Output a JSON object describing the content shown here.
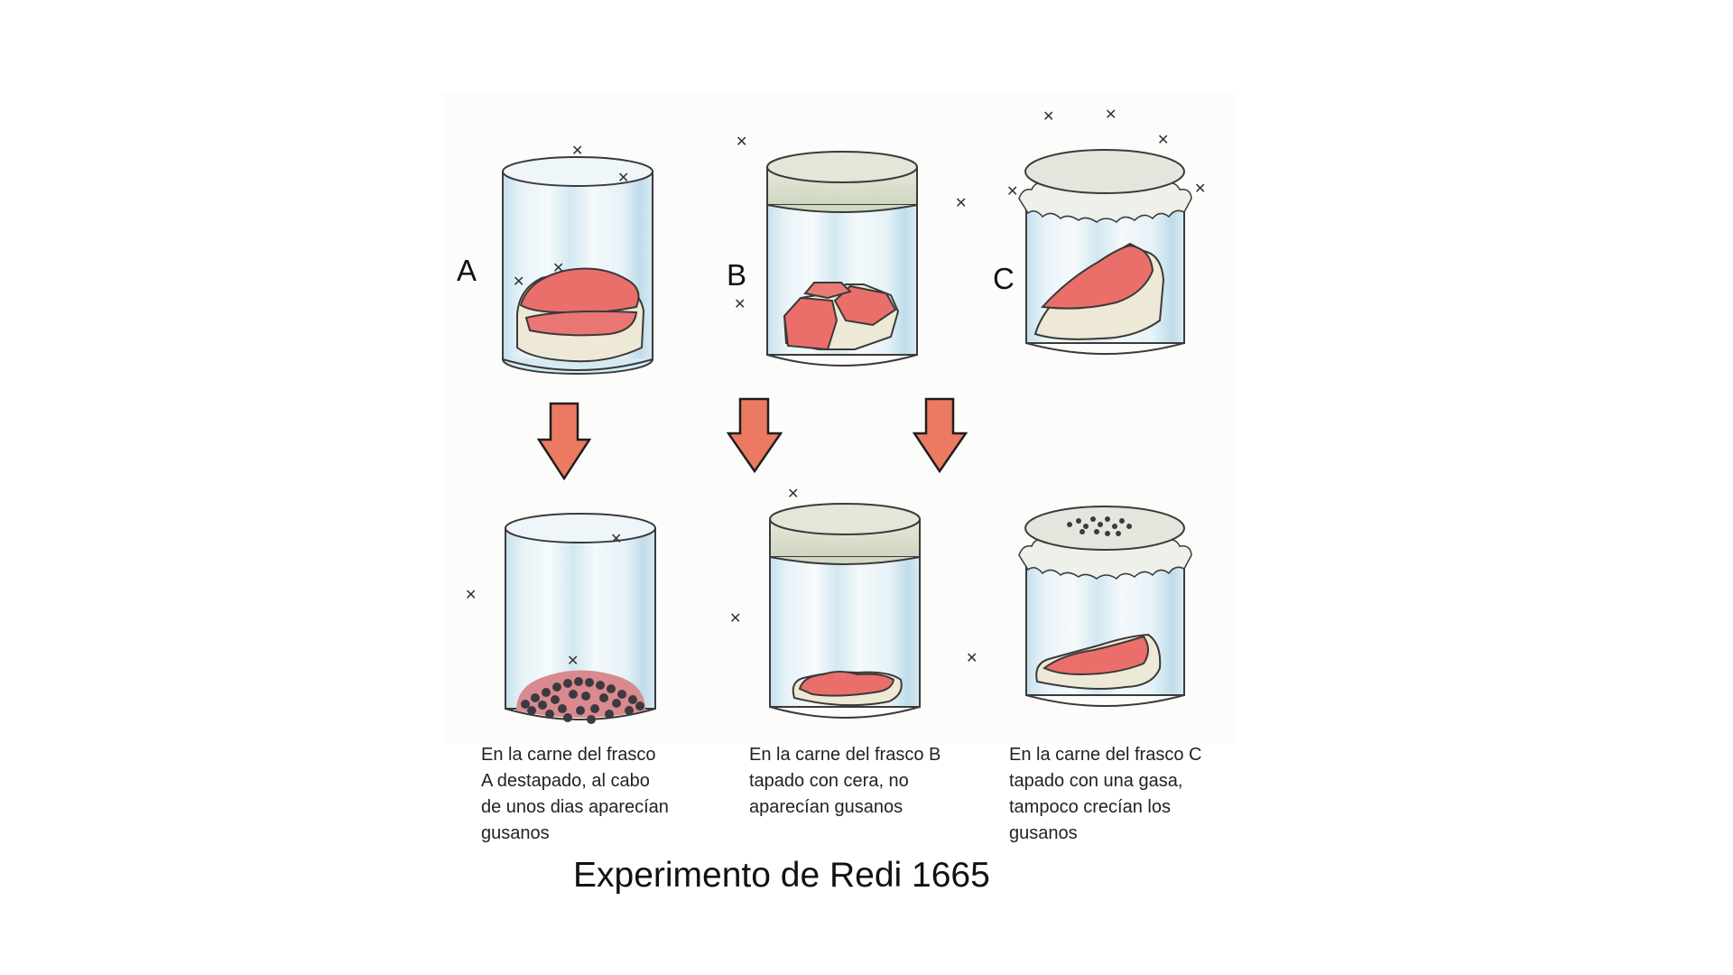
{
  "title": "Experimento de Redi 1665",
  "colors": {
    "arrow": "#ec7a62",
    "arrow_stroke": "#1e1e1e",
    "meat": "#ea6f6a",
    "fat": "#ede9d6",
    "glass": "#cfe6f0",
    "wax_lid": "#dfe3d3",
    "gauze": "#e3e6dc",
    "outline": "#3a3a3a"
  },
  "jars": [
    {
      "label": "A",
      "condition": "open",
      "caption": [
        "En la carne del frasco",
        "A destapado, al cabo",
        "de unos dias aparecían",
        "gusanos"
      ]
    },
    {
      "label": "B",
      "condition": "wax-sealed",
      "caption": [
        "En la carne del frasco B",
        "tapado con cera, no",
        "aparecían gusanos"
      ]
    },
    {
      "label": "C",
      "condition": "gauze-covered",
      "caption": [
        "En la carne del frasco C",
        "tapado con una gasa,",
        "tampoco crecían los",
        "gusanos"
      ]
    }
  ],
  "icons": {
    "fly": "fly-icon",
    "arrow": "down-arrow-icon"
  }
}
